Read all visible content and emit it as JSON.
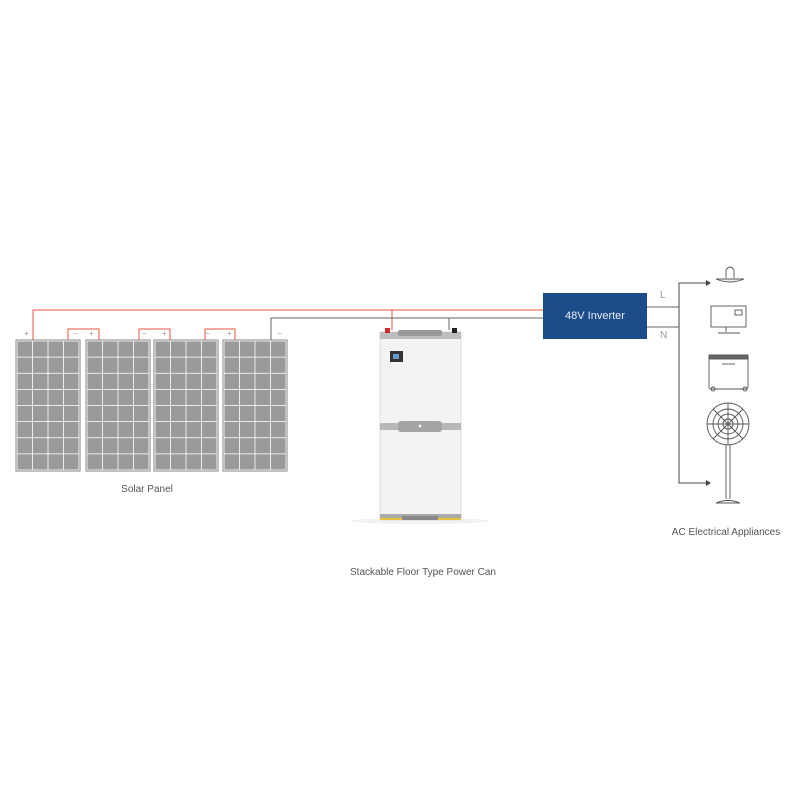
{
  "labels": {
    "solar_panel": "Solar Panel",
    "power_can": "Stackable Floor Type Power Can",
    "appliances": "AC Electrical Appliances",
    "inverter": "48V Inverter",
    "line_l": "L",
    "line_n": "N",
    "plus": "+",
    "minus": "−"
  },
  "colors": {
    "positive_wire": "#e8553f",
    "negative_wire": "#666666",
    "inverter": "#1c4b8a",
    "panel_cell": "#9a9a9a"
  }
}
